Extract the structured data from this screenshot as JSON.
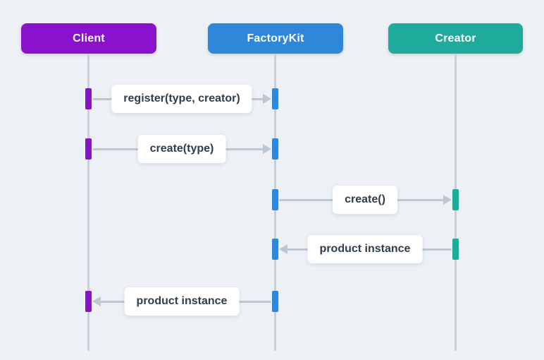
{
  "actors": [
    {
      "name": "Client",
      "color": "#8b12cd"
    },
    {
      "name": "FactoryKit",
      "color": "#2e87d8"
    },
    {
      "name": "Creator",
      "color": "#1fab9b"
    }
  ],
  "messages": [
    {
      "label": "register(type, creator)",
      "from": "Client",
      "to": "FactoryKit",
      "direction": "right"
    },
    {
      "label": "create(type)",
      "from": "Client",
      "to": "FactoryKit",
      "direction": "right"
    },
    {
      "label": "create()",
      "from": "FactoryKit",
      "to": "Creator",
      "direction": "right"
    },
    {
      "label": "product instance",
      "from": "Creator",
      "to": "FactoryKit",
      "direction": "left"
    },
    {
      "label": "product instance",
      "from": "FactoryKit",
      "to": "Client",
      "direction": "left"
    }
  ],
  "colors": {
    "background": "#edf1f5",
    "lifeline": "#c7d0da",
    "arrow": "#bcc7d2",
    "label_background": "#ffffff",
    "label_text": "#2f3d4d",
    "header_text": "#ffffff"
  }
}
